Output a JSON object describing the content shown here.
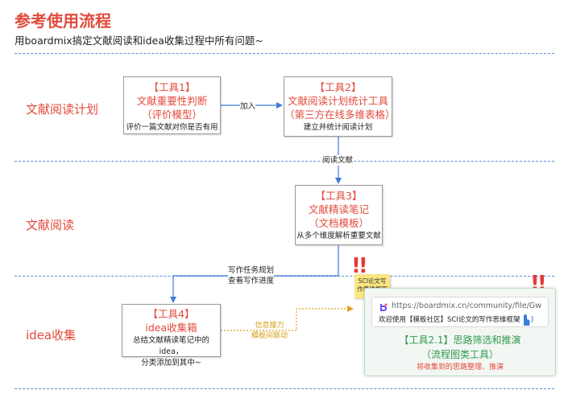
{
  "header": {
    "title": "参考使用流程",
    "subtitle": "用boardmix搞定文献阅读和idea收集过程中所有问题~"
  },
  "sections": {
    "reading_plan": "文献阅读计划",
    "reading": "文献阅读",
    "idea_collection": "idea收集"
  },
  "tools": {
    "tool1": {
      "tag": "【工具1】",
      "title": "文献重要性判断",
      "title2": "（评价模型）",
      "desc": "评价一篇文献对你是否有用"
    },
    "tool2": {
      "tag": "【工具2】",
      "title": "文献阅读计划统计工具",
      "title2": "（第三方在线多维表格）",
      "desc": "建立并统计阅读计划"
    },
    "tool3": {
      "tag": "【工具3】",
      "title": "文献精读笔记",
      "title2": "（文档模板）",
      "desc": "从多个维度解析重要文献"
    },
    "tool4": {
      "tag": "【工具4】",
      "title": "idea收集箱",
      "desc1": "总结文献精读笔记中的idea，",
      "desc2": "分类添加到其中~"
    }
  },
  "connectors": {
    "add": "加入",
    "read_literature": "阅读文献",
    "writing_task_1": "写作任务规划",
    "writing_task_2": "查看写作进度",
    "relay_1": "信息接力",
    "relay_2": "模板间联动"
  },
  "sticky_note": {
    "line1": "SCI论文写",
    "line2": "作思维框架"
  },
  "alerts": {
    "mark1": "!!",
    "mark2": "!!"
  },
  "link_card": {
    "url": "https://boardmix.cn/community/file/Gw",
    "desc": "欢迎使用【模板社区】SCI论文的写作思维框架"
  },
  "tool21": {
    "title": "【工具2.1】思路筛选和推演",
    "title2": "（流程图类工具）",
    "desc": "将收集到的思路整理、推演"
  },
  "colors": {
    "accent_red": "#e24a3b",
    "divider_blue": "#5b8ed6",
    "arrow_blue": "#3d7dd8",
    "relay_orange": "#e0a020",
    "green": "#2f9a4e",
    "sticky_yellow": "#fbe680"
  }
}
